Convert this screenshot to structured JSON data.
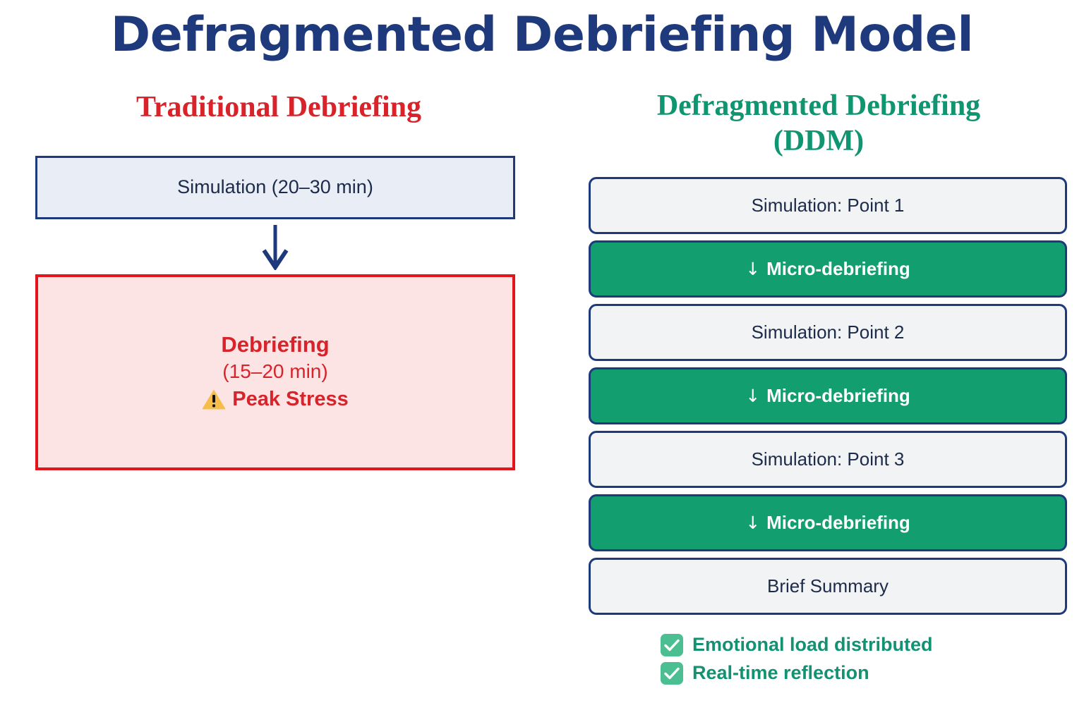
{
  "page": {
    "title": "Defragmented Debriefing Model",
    "background_color": "#FFFFFF"
  },
  "colors": {
    "title_navy": "#1F3A7C",
    "traditional_red": "#D8232A",
    "ddm_green": "#109571",
    "micro_green_fill": "#139E70",
    "sim_box_fill_left": "#E9EDF5",
    "sim_box_fill_right": "#F2F3F5",
    "debrief_box_fill": "#FCE3E4",
    "debrief_box_border": "#E3141C",
    "box_border_navy": "#1F3A7C",
    "warning_amber": "#F5BE4B",
    "check_green": "#4BBF92",
    "body_text_navy": "#1C2B4A"
  },
  "left_column": {
    "heading": "Traditional Debriefing",
    "simulation_box": {
      "label": "Simulation (20–30 min)"
    },
    "arrow_icon": "arrow-down-icon",
    "debriefing_box": {
      "title": "Debriefing",
      "duration": "(15–20 min)",
      "warning_icon": "warning-triangle-icon",
      "stress_label": "Peak Stress"
    }
  },
  "right_column": {
    "heading_line1": "Defragmented Debriefing",
    "heading_line2": "(DDM)",
    "steps": [
      {
        "type": "simulation",
        "label": "Simulation: Point 1",
        "arrow": ""
      },
      {
        "type": "micro",
        "label": "Micro-debriefing",
        "arrow": "↓"
      },
      {
        "type": "simulation",
        "label": "Simulation: Point 2",
        "arrow": ""
      },
      {
        "type": "micro",
        "label": "Micro-debriefing",
        "arrow": "↓"
      },
      {
        "type": "simulation",
        "label": "Simulation: Point 3",
        "arrow": ""
      },
      {
        "type": "micro",
        "label": "Micro-debriefing",
        "arrow": "↓"
      },
      {
        "type": "simulation",
        "label": "Brief Summary",
        "arrow": ""
      }
    ],
    "benefits": [
      {
        "icon": "check-icon",
        "label": "Emotional load distributed"
      },
      {
        "icon": "check-icon",
        "label": "Real-time reflection"
      }
    ]
  }
}
